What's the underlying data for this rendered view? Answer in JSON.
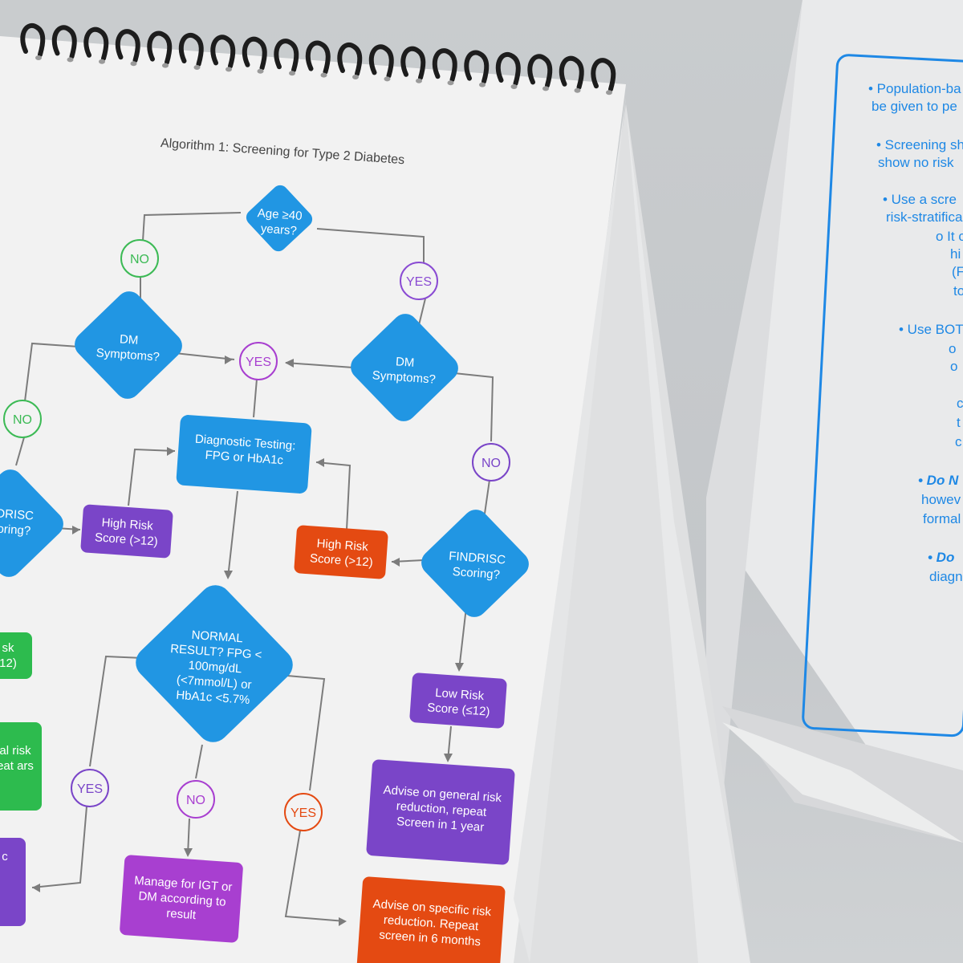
{
  "colors": {
    "blue": "#2196e3",
    "purple": "#7a45c8",
    "orange": "#e44a12",
    "green": "#2dbb4e",
    "magenta": "#a83fd0",
    "note_blue": "#1e88e5",
    "yes_purple": "#8a4bd3",
    "no_green": "#3cba55"
  },
  "flowchart": {
    "title": "Algorithm 1: Screening for Type 2 Diabetes",
    "age_question": "Age ≥40 years?",
    "dm_symptoms_left": "DM Symptoms?",
    "dm_symptoms_right": "DM Symptoms?",
    "diagnostic_testing": "Diagnostic Testing: FPG or HbA1c",
    "high_risk_left": "High Risk Score (>12)",
    "high_risk_right": "High Risk Score (>12)",
    "findrisc_right": "FINDRISC Scoring?",
    "findrisc_left_partial": "DRISC oring?",
    "normal_result": "NORMAL RESULT? FPG < 100mg/dL (<7mmol/L) or HbA1c <5.7%",
    "low_risk": "Low Risk Score (≤12)",
    "advise_general": "Advise on general risk reduction, repeat Screen in 1 year",
    "manage_igt": "Manage for IGT or DM according to result",
    "advise_specific": "Advise on specific risk reduction. Repeat screen in 6 months",
    "left_green_1": "sk 12)",
    "left_green_2": "al risk eat ars",
    "left_purple_partial": "c",
    "labels": {
      "no_top_left": "NO",
      "yes_top_right": "YES",
      "yes_center": "YES",
      "no_left": "NO",
      "no_right": "NO",
      "yes_bottom_left": "YES",
      "no_bottom_center": "NO",
      "yes_bottom_right": "YES"
    }
  },
  "notes": {
    "line1": "• Population-ba",
    "line2": "be given to pe",
    "line3": "• Screening sh",
    "line4": "show no risk",
    "line5": "• Use a scre",
    "line6": "risk-stratifica",
    "line7": "o It c",
    "line8": "hi",
    "line9": "(F",
    "line10": "to",
    "line11": "• Use BOT",
    "line12": "o",
    "line13": "o",
    "line14": "c",
    "line15": "t",
    "line16": "c",
    "line17": "• Do N",
    "line18": "howev",
    "line19": "formal",
    "line20": "• Do",
    "line21": "diagn"
  }
}
